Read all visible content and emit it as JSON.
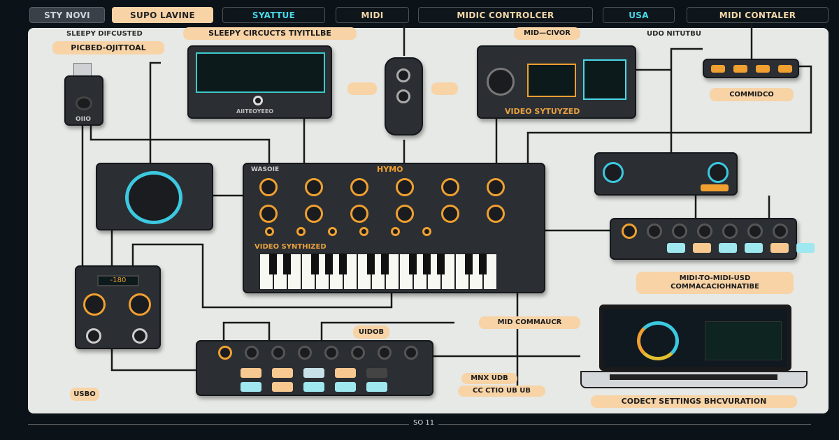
{
  "tabs": [
    "STY NOVI",
    "SUPO LAVINE",
    "SYATTUE",
    "MIDI",
    "MIDIC CONTROLCER",
    "USA",
    "MIDI CONTALER"
  ],
  "labels": {
    "sleepy_difcusted": "SLEEPY DIFCUSTED",
    "sleepy_circuits": "SLEEPY CIRCUCTS TIYITLLBE",
    "picbed": "PICBED-OJITTOAL",
    "mid_civor": "MID—CIVOR",
    "udo_nitutbu": "UDO NITUTBU",
    "commidco": "COMMIDCO",
    "midi_to_midi_1": "MIDI-TO-MIDI-USD",
    "midi_to_midi_2": "COMMACACIOHNATIBE",
    "codect": "CODECT SETTINGS BHCVURATION",
    "mid_commaucr": "MID COMMAUCR",
    "uidob": "UIDOB",
    "usbo": "USBO",
    "mnx_udb": "MNX UDB",
    "cc_ctio": "CC CTIO UB UB"
  },
  "devices": {
    "usb_dongle": "OIIO",
    "screen_unit": "AIITEOYEEO",
    "video_synth": "VIDEO SYTUYZED",
    "main_synth_title": "HYMO",
    "main_synth_brand": "WASOIE",
    "main_synth_label": "VIDEO SYNTHIZED",
    "audio_display": "-180"
  },
  "footer": "SO 11",
  "colors": {
    "accent_orange": "#f0a030",
    "accent_cyan": "#48d8e8",
    "label_peach": "#f7d3a6",
    "panel": "#e6e9e6",
    "background": "#0b1218"
  }
}
